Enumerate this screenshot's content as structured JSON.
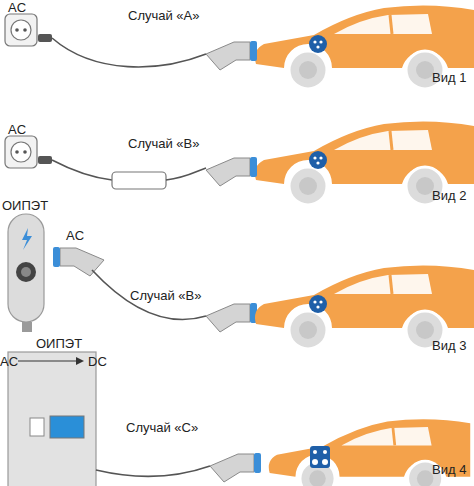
{
  "diagram": {
    "labels": [
      "AC",
      "Случай «А»",
      "Вид 1",
      "AC",
      "Случай «В»",
      "Вид 2",
      "ОИПЭТ",
      "AC",
      "Случай «В»",
      "Вид 3",
      "ОИПЭТ",
      "AC",
      "DC",
      "Случай «С»",
      "Вид 4"
    ]
  }
}
